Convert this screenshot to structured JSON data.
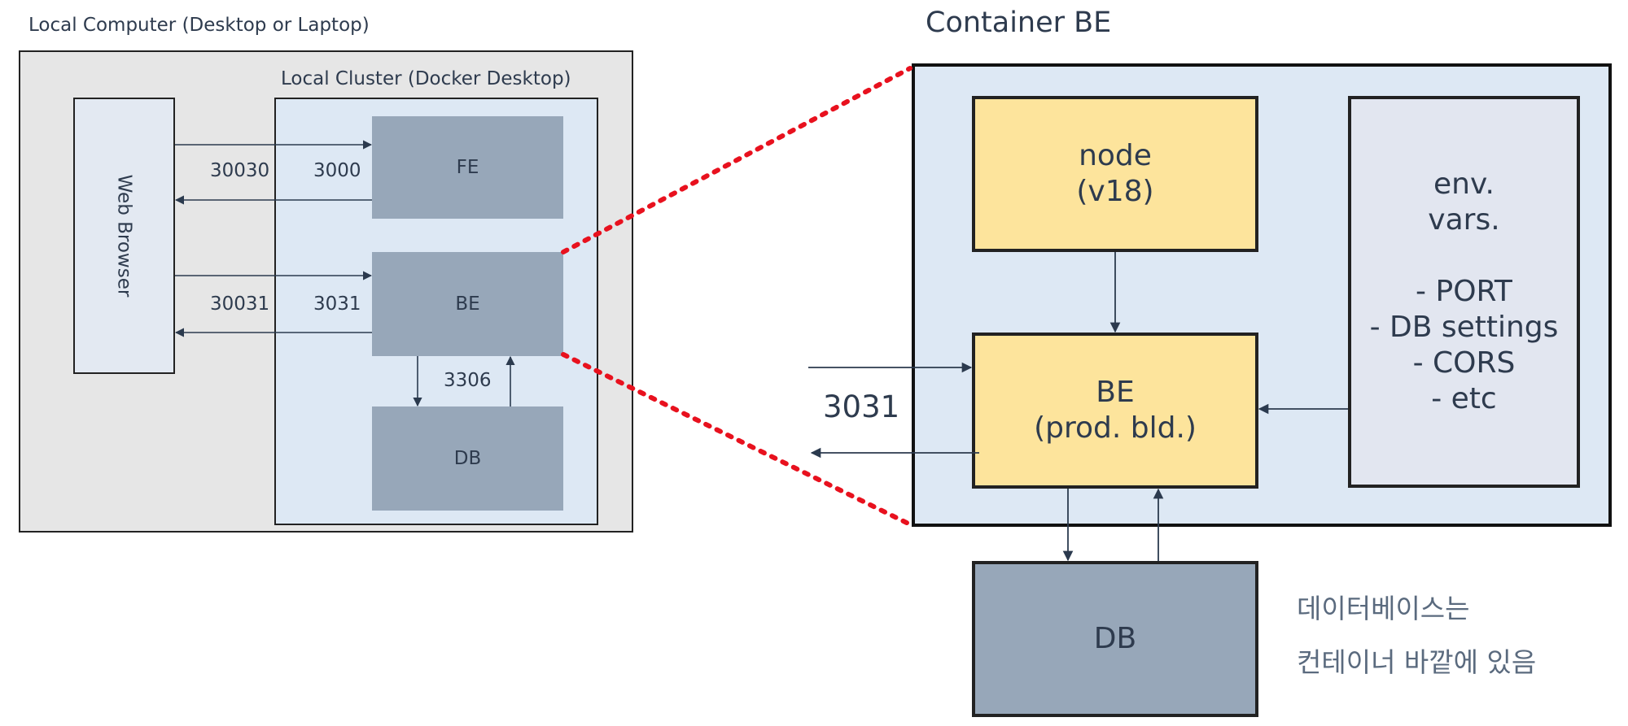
{
  "left": {
    "title": "Local Computer (Desktop or Laptop)",
    "cluster_title": "Local Cluster (Docker Desktop)",
    "browser": "Web Browser",
    "fe": "FE",
    "be": "BE",
    "db": "DB",
    "port_fe_external": "30030",
    "port_fe_internal": "3000",
    "port_be_external": "30031",
    "port_be_internal": "3031",
    "port_db": "3306"
  },
  "right": {
    "title": "Container BE",
    "node": "node\n(v18)",
    "be": "BE\n(prod. bld.)",
    "env": "env.\nvars.\n\n- PORT\n- DB settings\n- CORS\n- etc",
    "port": "3031",
    "db": "DB",
    "note_line1": "데이터베이스는",
    "note_line2": "컨테이너 바깥에 있음"
  },
  "colors": {
    "outer_bg": "#e6e6e6",
    "cluster_bg": "#dde8f4",
    "service_box": "#97a7b9",
    "browser_bg": "#e3e9f2",
    "yellow": "#fde49c",
    "env_bg": "#e2e6f0",
    "dotted_red": "#e8111e",
    "line": "#2b3a4e"
  }
}
